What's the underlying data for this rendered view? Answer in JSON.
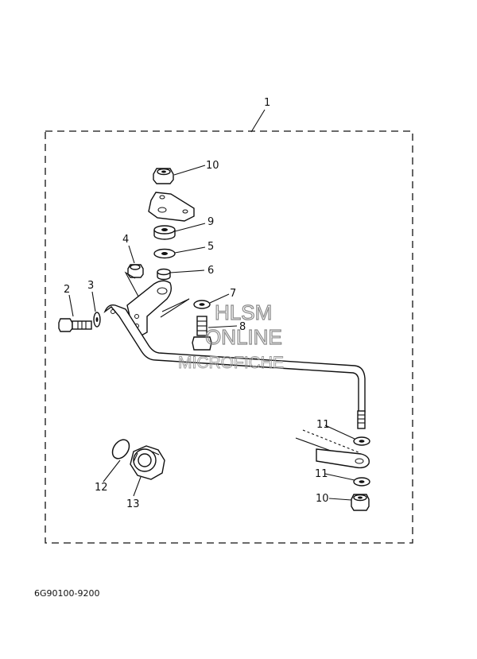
{
  "diagram": {
    "assembly_number": "1",
    "callouts": [
      "2",
      "3",
      "4",
      "5",
      "6",
      "7",
      "8",
      "9",
      "10",
      "11",
      "11",
      "12",
      "13",
      "10"
    ],
    "watermark": {
      "line1": "HLSM",
      "line2": "ONLINE",
      "line3": "MICROFICHE"
    },
    "drawing_code": "6G90100-9200"
  }
}
